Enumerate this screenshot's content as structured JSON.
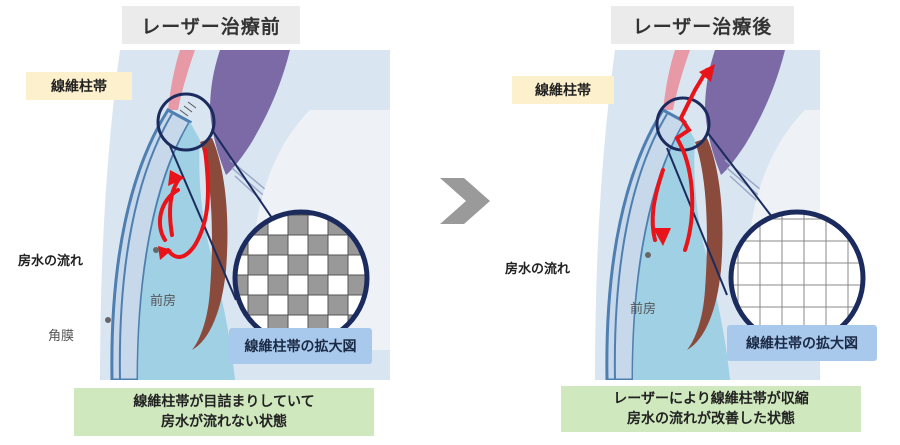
{
  "before": {
    "title": "レーザー治療前",
    "trabecular_label": "線維柱帯",
    "aqueous_label": "房水の流れ",
    "anterior_chamber_label": "前房",
    "cornea_label": "角膜",
    "zoom_label": "線維柱帯の拡大図",
    "caption_lines": [
      "線維柱帯が目詰まりしていて",
      "房水が流れない状態"
    ]
  },
  "after": {
    "title": "レーザー治療後",
    "trabecular_label": "線維柱帯",
    "aqueous_label": "房水の流れ",
    "anterior_chamber_label": "前房",
    "zoom_label": "線維柱帯の拡大図",
    "caption_lines": [
      "レーザーにより線維柱帯が収縮",
      "房水の流れが改善した状態"
    ]
  },
  "colors": {
    "arrow": "#e8141a",
    "circle": "#1c2b5e",
    "cornea": "#4e7fb0",
    "chamber": "#9fd0e4",
    "iris": "#8a4a3c",
    "ciliary": "#7b6aa6",
    "sclera": "#c9d9ec",
    "clogged_cells": "#999999"
  }
}
